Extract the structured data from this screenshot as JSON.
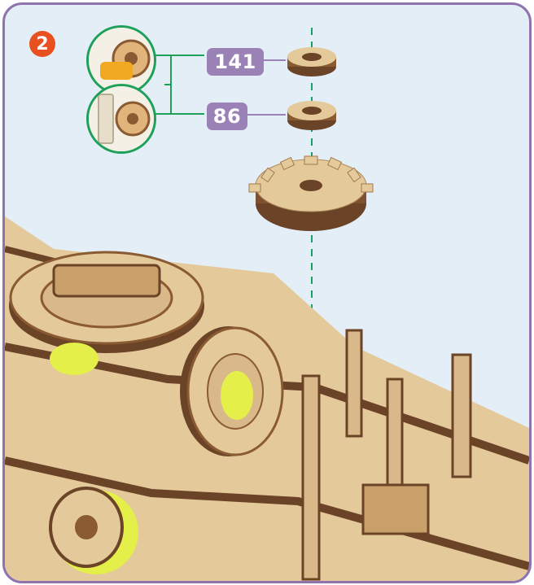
{
  "step": {
    "number": "2"
  },
  "parts": [
    {
      "label": "141"
    },
    {
      "label": "86"
    }
  ],
  "colors": {
    "frame_border": "#8f73ad",
    "background": "#e3eef6",
    "step_badge": "#e8501f",
    "part_label": "#9b82b6",
    "thumbnail_ring": "#1fa05a",
    "guide_line": "#1aa064",
    "wood_light": "#e4c99b",
    "wood_dark": "#6b4326",
    "spring_yellow": "#e4ef4a"
  }
}
